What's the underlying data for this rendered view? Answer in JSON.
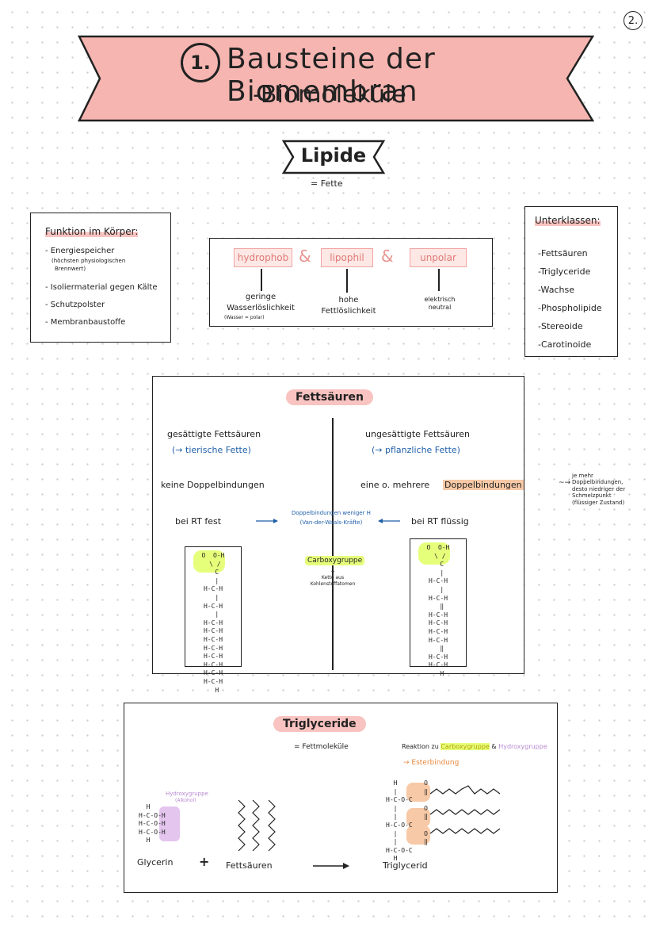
{
  "page_number": "2.",
  "title": {
    "number": "1.",
    "line1": "Bausteine der Biomembran",
    "line2": "-Biomoleküle"
  },
  "lipide": {
    "heading": "Lipide",
    "subtitle": "= Fette"
  },
  "functions": {
    "heading": "Funktion im Körper:",
    "items": [
      "- Energiespeicher",
      "(höchsten physiologischen",
      "Brennwert)",
      "- Isoliermaterial gegen Kälte",
      "- Schutzpolster",
      "- Membranbaustoffe"
    ]
  },
  "properties": {
    "items": [
      {
        "label": "hydrophob",
        "desc1": "geringe",
        "desc2": "Wasserlöslichkeit",
        "desc3": "(Wasser = polar)"
      },
      {
        "label": "lipophil",
        "desc1": "hohe",
        "desc2": "Fettlöslichkeit",
        "desc3": ""
      },
      {
        "label": "unpolar",
        "desc1": "elektrisch",
        "desc2": "neutral",
        "desc3": ""
      }
    ],
    "amp": "&"
  },
  "subclasses": {
    "heading": "Unterklassen:",
    "items": [
      "-Fettsäuren",
      "-Triglyceride",
      "-Wachse",
      "-Phospholipide",
      "-Stereoide",
      "-Carotinoide"
    ]
  },
  "fettsaeuren": {
    "heading": "Fettsäuren",
    "left": {
      "title": "gesättigte Fettsäuren",
      "sub": "(→ tierische Fette)",
      "bonds": "keine Doppelbindungen",
      "state": "bei RT fest"
    },
    "right": {
      "title": "ungesättigte Fettsäuren",
      "sub": "(→ pflanzliche Fette)",
      "bonds_prefix": "eine o. mehrere",
      "bonds_highlight": "Doppelbindungen",
      "state": "bei RT flüssig"
    },
    "middle_note1": "Doppelbindungen weniger H",
    "middle_note2": "(Van-der-Waals-Kräfte)",
    "carboxyl": "Carboxygruppe",
    "chain_plus": "+",
    "chain1": "Kette aus",
    "chain2": "Kohlenstoffatomen",
    "side_note": [
      "je mehr",
      "Doppelbindungen,",
      "desto niedriger der",
      "Schmelzpunkt",
      "(flüssiger Zustand)"
    ],
    "side_arrow": "~→",
    "mol_left": "O  O-H\n \\ /\n  C\n  |\nH-C-H\n  |\nH-C-H\n  |\nH-C-H\nH-C-H\nH-C-H\nH-C-H\nH-C-H\nH-C-H\nH-C-H\nH-C-H\n  H",
    "mol_right": "O  O-H\n \\ /\n  C\n  |\nH-C-H\n  |\nH-C-H\n  ‖\nH-C-H\nH-C-H\nH-C-H\nH-C-H\n  ‖\nH-C-H\nH-C-H\n  H"
  },
  "triglyceride": {
    "heading": "Triglyceride",
    "subtitle": "= Fettmoleküle",
    "reaction_prefix": "Reaktion zu",
    "reaction_carboxy": "Carboxygruppe",
    "reaction_amp": "&",
    "reaction_hydroxy": "Hydroxygruppe",
    "ester": "→ Esterbindung",
    "hydroxy_label1": "Hydroxygruppe",
    "hydroxy_label2": "(Alkohol)",
    "glycerin_mol": "  H\nH-C-O-H\nH-C-O-H\nH-C-O-H\n  H",
    "glycerin": "Glycerin",
    "plus": "+",
    "fettsaeuren": "Fettsäuren",
    "triglycerid": "Triglycerid",
    "tri_mol": "  H       O\n  |       ‖\nH-C-O-C\n  |       O\n  |       ‖\nH-C-O-C\n  |       O\n  |       ‖\nH-C-O-C\n  H"
  },
  "colors": {
    "pink": "#f8c3c0",
    "blue": "#1f5fa8",
    "lime": "#e5ff7a",
    "orange": "#f7c9a6",
    "lilac": "#e3c5ee"
  }
}
